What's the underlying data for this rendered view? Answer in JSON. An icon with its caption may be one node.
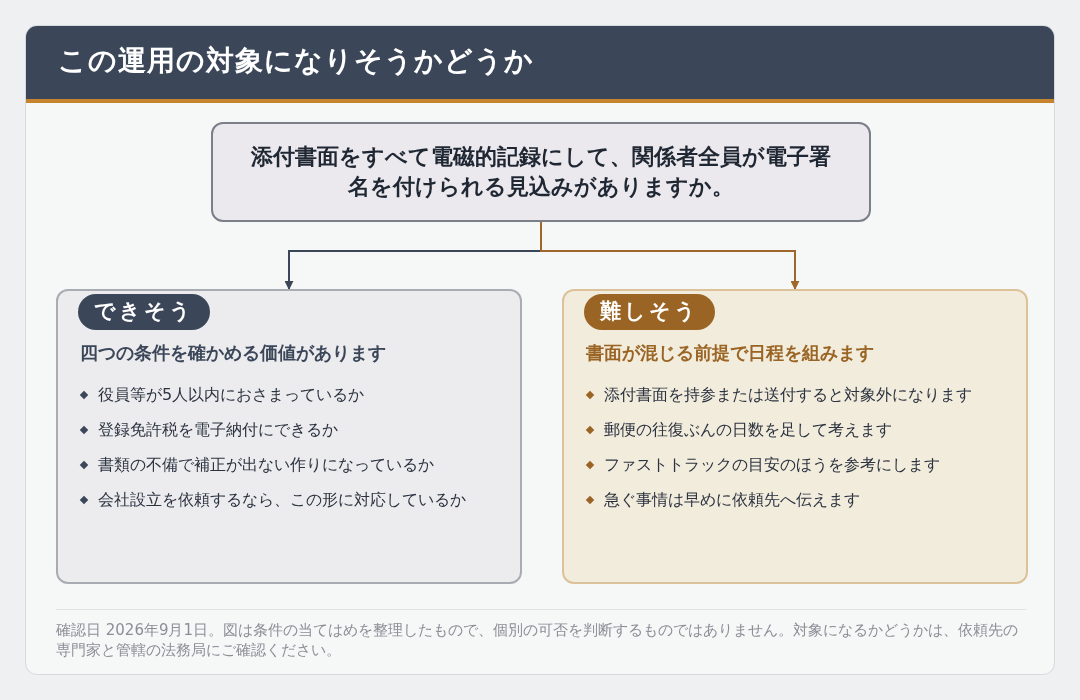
{
  "diagram": {
    "title": "この運用の対象になりそうかどうか",
    "caption": "確認日 2026年9月1日。図は条件の当てはめを整理したもので、個別の可否を判断するものではありません。対象になるかどうかは、依頼先の専門家と管轄の法務局にご確認ください。",
    "nodes": [
      {
        "text": [
          "添付書面をすべて電磁的記録にして、関係者全員が電子署名を付けられる見込みがありますか。"
        ]
      },
      {
        "text": [
          "できそう",
          "四つの条件を確かめる価値があります",
          "役員等が5人以内におさまっているか",
          "登録免許税を電子納付にできるか",
          "書類の不備で補正が出ない作りになっているか",
          "会社設立を依頼するなら、この形に対応しているか"
        ]
      },
      {
        "text": [
          "難しそう",
          "書面が混じる前提で日程を組みます",
          "添付書面を持参または送付すると対象外になります",
          "郵便の往復ぶんの日数を足して考えます",
          "ファストトラックの目安のほうを参考にします",
          "急ぐ事情は早めに依頼先へ伝えます"
        ]
      }
    ],
    "edges": [
      {
        "from": 0,
        "to": 1,
        "arrow": "to"
      },
      {
        "from": 0,
        "to": 2,
        "arrow": "to",
        "color": "#a0672a"
      }
    ]
  }
}
